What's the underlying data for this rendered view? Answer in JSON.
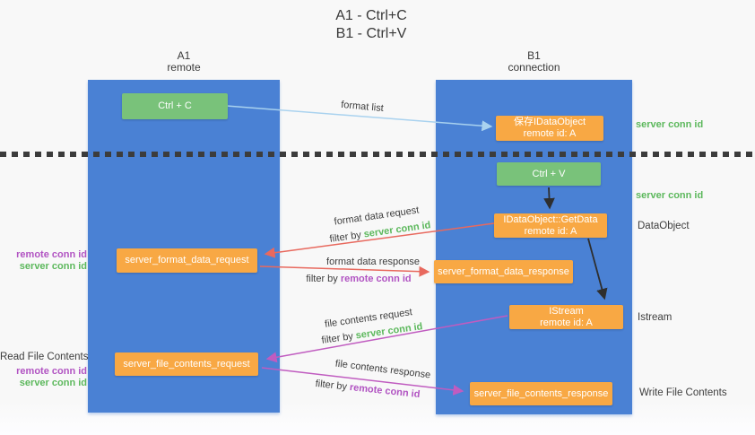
{
  "title": {
    "line1": "A1 - Ctrl+C",
    "line2": "B1 - Ctrl+V"
  },
  "lanes": {
    "left": {
      "line1": "A1",
      "line2": "remote"
    },
    "right": {
      "line1": "B1",
      "line2": "connection"
    }
  },
  "nodes": {
    "ctrl_c": "Ctrl + C",
    "ctrl_v": "Ctrl + V",
    "save_dataobject": {
      "line1": "保存IDataObject",
      "line2": "remote id: A"
    },
    "getdata": {
      "line1": "IDataObject::GetData",
      "line2": "remote id: A"
    },
    "istream": {
      "line1": "IStream",
      "line2": "remote id: A"
    },
    "format_request": "server_format_data_request",
    "format_response": "server_format_data_response",
    "file_request": "server_file_contents_request",
    "file_response": "server_file_contents_response"
  },
  "edge_labels": {
    "format_list": "format list",
    "format_data_request": "format data request",
    "format_data_response": "format data response",
    "file_contents_request": "file contents request",
    "file_contents_response": "file contents response",
    "filter_by": "filter by",
    "server_conn_id": "server conn id",
    "remote_conn_id": "remote conn id"
  },
  "annotations": {
    "server_conn_id_top": "server conn id",
    "server_conn_id_mid": "server conn id",
    "data_object": "DataObject",
    "istream": "Istream",
    "write_file_contents": "Write File Contents",
    "read_file_contents": "Read File Contents",
    "left_mid_remote": "remote conn id",
    "left_mid_server": "server conn id",
    "left_bottom_remote": "remote conn id",
    "left_bottom_server": "server conn id"
  },
  "colors": {
    "lane_blue": "#4a81d4",
    "node_orange": "#f8a844",
    "node_green": "#79c27a",
    "arrow_red": "#e8695e",
    "arrow_magenta": "#c05cc0",
    "arrow_lightblue": "#a9d2ef",
    "arrow_black": "#2e2e2e",
    "label_green": "#5cb85c",
    "label_purple": "#b153c2",
    "dashed_line": "#3c3c3c"
  }
}
